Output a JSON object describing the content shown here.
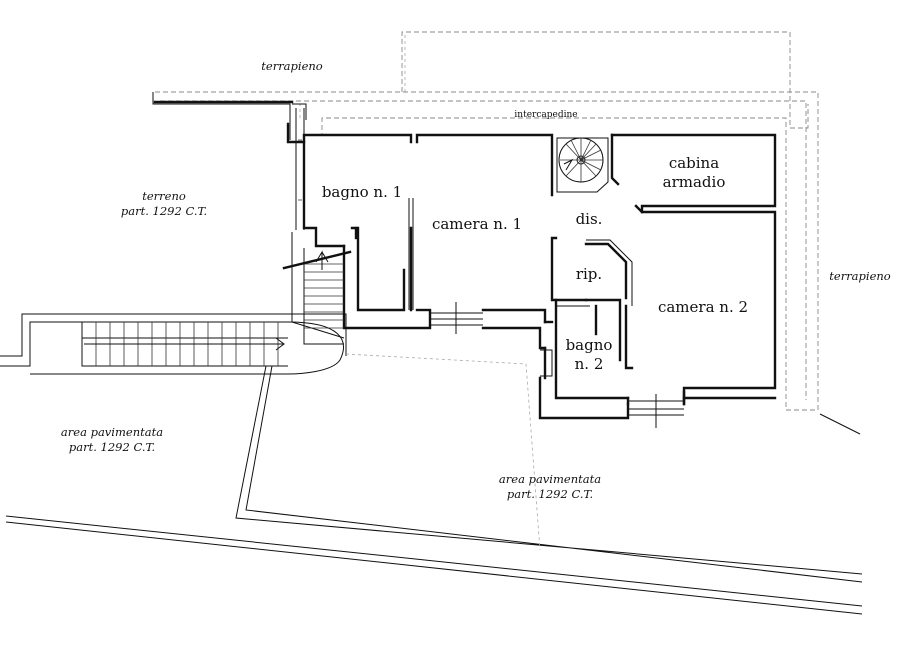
{
  "rooms": {
    "bagno1": "bagno n. 1",
    "camera1": "camera n. 1",
    "cabina_line1": "cabina",
    "cabina_line2": "armadio",
    "dis": "dis.",
    "rip": "rip.",
    "camera2": "camera n. 2",
    "bagno2_line1": "bagno",
    "bagno2_line2": "n. 2"
  },
  "surroundings": {
    "terrapieno_top": "terrapieno",
    "intercapedine": "intercapedine",
    "terrapieno_right": "terrapieno",
    "terreno_line1": "terreno",
    "terreno_line2": "part. 1292 C.T.",
    "area_left_line1": "area  pavimentata",
    "area_left_line2": "part. 1292 C.T.",
    "area_right_line1": "area pavimentata",
    "area_right_line2": "part. 1292 C.T."
  }
}
